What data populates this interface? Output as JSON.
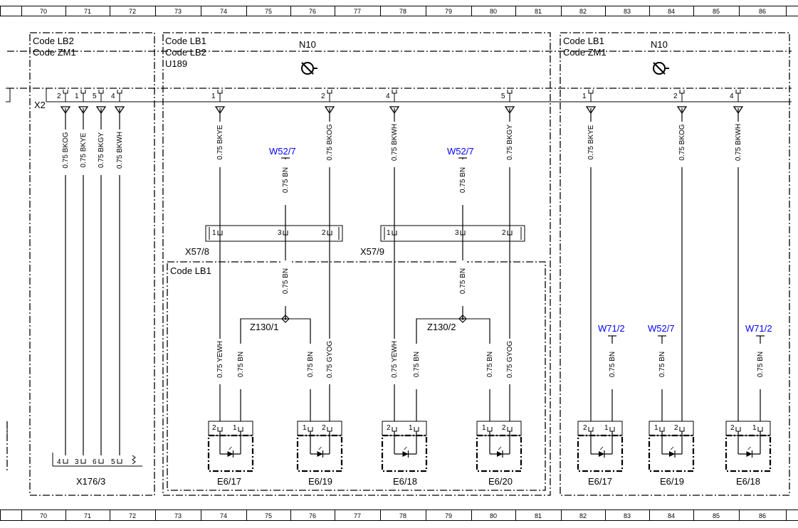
{
  "ruler": {
    "numbers": [
      "70",
      "71",
      "72",
      "73",
      "74",
      "75",
      "76",
      "77",
      "78",
      "79",
      "80",
      "81",
      "82",
      "83",
      "84",
      "85",
      "86"
    ]
  },
  "colors": {
    "line": "#000000",
    "reference": "#0000ff"
  },
  "blocks": {
    "left": {
      "codes": [
        "Code LB2",
        "Code ZM1"
      ]
    },
    "middle": {
      "codes": [
        "Code LB1",
        "Code LB2",
        "U189"
      ],
      "control_unit": "N10",
      "icon": "bulb-control-icon"
    },
    "right": {
      "codes": [
        "Code LB1",
        "Code ZM1"
      ],
      "control_unit": "N10",
      "icon": "bulb-control-icon"
    },
    "inner": {
      "code": "Code LB1"
    }
  },
  "connector_x2": "X2",
  "connector_x176": "X176/3",
  "plugs": {
    "x57_8": "X57/8",
    "x57_9": "X57/9"
  },
  "splices": {
    "z130_1": "Z130/1",
    "z130_2": "Z130/2"
  },
  "wires": {
    "w_bkog": "0.75 BKOG",
    "w_bkye": "0.75 BKYE",
    "w_bkgy": "0.75 BKGY",
    "w_bkwh": "0.75 BKWH",
    "w_bn": "0.75 BN",
    "w_yewh": "0.75 YEWH",
    "w_gyog": "0.75 GYOG"
  },
  "refs": {
    "w52_7": "W52/7",
    "w71_2": "W71/2"
  },
  "pins": {
    "p1": "1",
    "p2": "2",
    "p3": "3",
    "p4": "4",
    "p5": "5",
    "p6": "6"
  },
  "lamps": {
    "e6_17": "E6/17",
    "e6_19": "E6/19",
    "e6_18": "E6/18",
    "e6_20": "E6/20"
  }
}
